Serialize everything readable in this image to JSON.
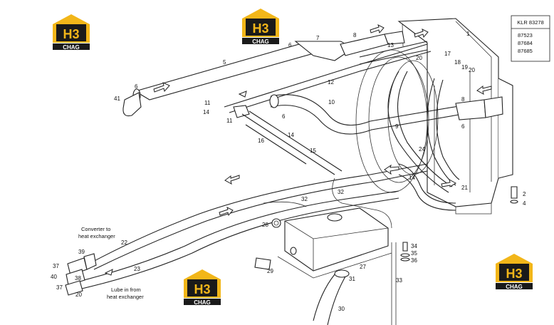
{
  "logos": [
    {
      "letters": "H3",
      "word": "CHAG"
    },
    {
      "letters": "H3",
      "word": "CHAG"
    },
    {
      "letters": "H3",
      "word": "CHAG"
    },
    {
      "letters": "H3",
      "word": "CHAG"
    }
  ],
  "ref_box": {
    "title": "KLR 83278",
    "lines": [
      "87523",
      "87684",
      "87685"
    ]
  },
  "notes": {
    "converter": [
      "Converter to",
      "heat exchanger"
    ],
    "lube": [
      "Lube in from",
      "heat exchanger"
    ]
  },
  "callouts": [
    "1",
    "2",
    "4",
    "5",
    "6",
    "6",
    "6",
    "6",
    "7",
    "8",
    "8",
    "9",
    "10",
    "11",
    "11",
    "12",
    "13",
    "14",
    "14",
    "14",
    "15",
    "16",
    "17",
    "18",
    "19",
    "20",
    "20",
    "20",
    "21",
    "22",
    "23",
    "24",
    "27",
    "28",
    "29",
    "30",
    "31",
    "32",
    "32",
    "33",
    "34",
    "35",
    "36",
    "37",
    "37",
    "38",
    "39",
    "40",
    "41"
  ],
  "colors": {
    "logo_yellow": "#f2b619",
    "logo_black": "#1a1a1a",
    "line": "#222222"
  }
}
